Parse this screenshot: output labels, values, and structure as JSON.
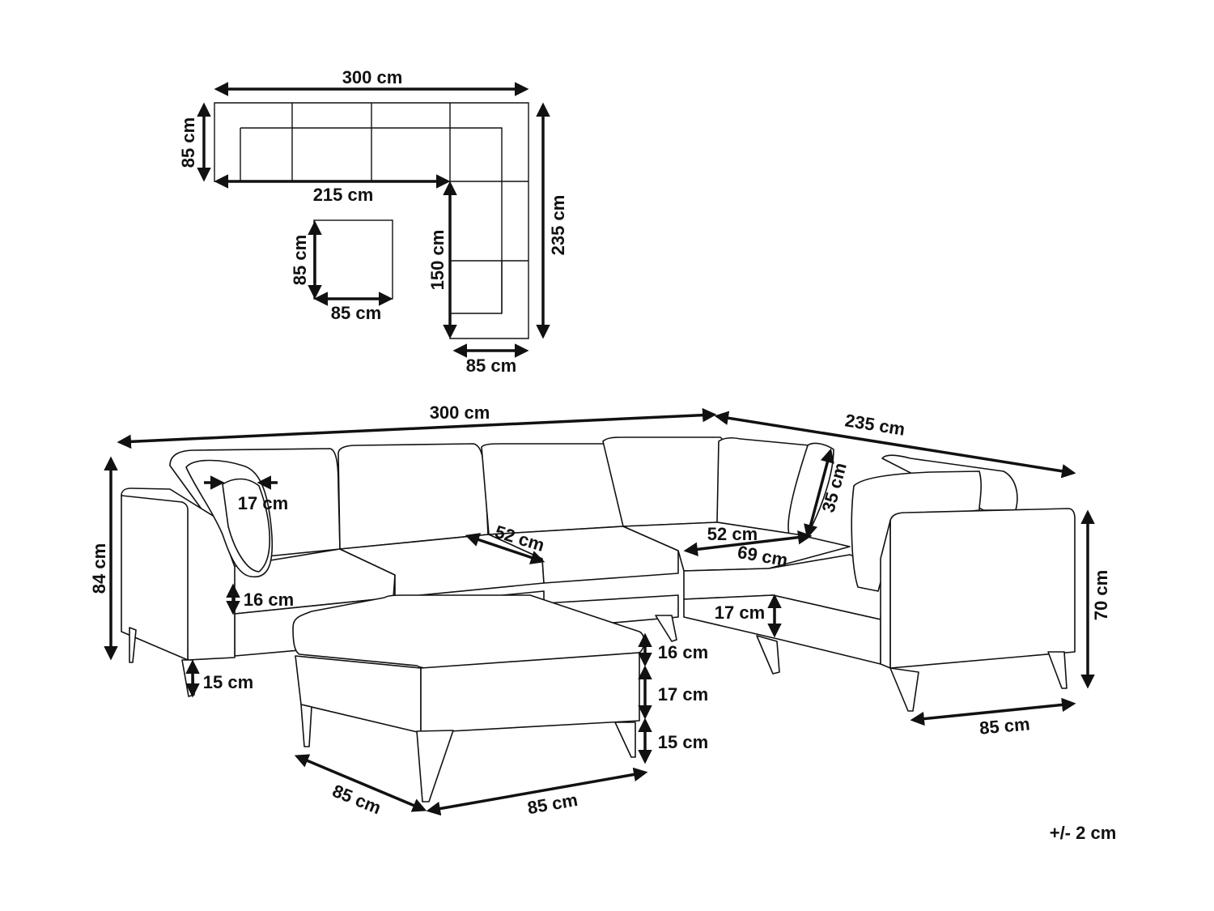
{
  "colors": {
    "line": "#111111",
    "background": "#ffffff"
  },
  "plan": {
    "width_label": "300 cm",
    "depth_label": "85 cm",
    "inner_label": "215 cm",
    "right_label": "235 cm",
    "arm_label": "150 cm",
    "bottom_label": "85 cm",
    "ottoman_h_label": "85 cm",
    "ottoman_w_label": "85 cm"
  },
  "front": {
    "width_label": "300 cm",
    "side_label": "235 cm",
    "height_label": "84 cm",
    "right_height_label": "70 cm",
    "cushion_label": "17 cm",
    "seat_depth_label": "52 cm",
    "seat_depth2_label": "52 cm",
    "corner_label": "69 cm",
    "back_label": "35 cm",
    "seat_thick_label": "16 cm",
    "seat_h_right_label": "17 cm",
    "leg_label": "15 cm",
    "ottoman_top_label": "16 cm",
    "ottoman_mid_label": "17 cm",
    "ottoman_leg_label": "15 cm",
    "ottoman_depth_label": "85 cm",
    "ottoman_width_label": "85 cm",
    "right_depth_label": "85 cm"
  },
  "tolerance": "+/- 2 cm"
}
